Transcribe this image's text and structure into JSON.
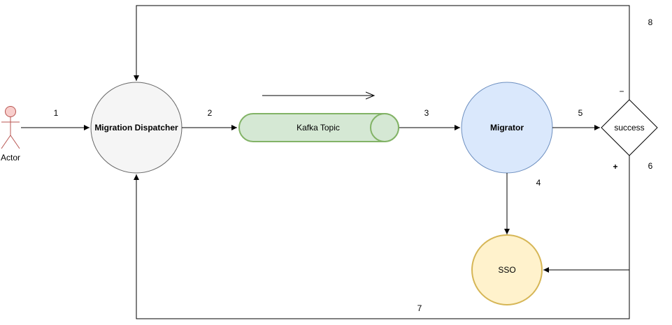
{
  "actor": {
    "label": "Actor",
    "fill": "#f8cecc",
    "stroke": "#b85450"
  },
  "nodes": {
    "dispatcher": {
      "label": "Migration Dispatcher",
      "fill": "#f5f5f5",
      "stroke": "#666666"
    },
    "kafka": {
      "label": "Kafka Topic",
      "fill": "#d5e8d4",
      "stroke": "#82b366"
    },
    "migrator": {
      "label": "Migrator",
      "fill": "#dae8fc",
      "stroke": "#6c8ebf"
    },
    "decision": {
      "label": "success",
      "fill": "#ffffff",
      "stroke": "#000000"
    },
    "sso": {
      "label": "SSO",
      "fill": "#fff2cc",
      "stroke": "#d6b656"
    }
  },
  "steps": {
    "s1": "1",
    "s2": "2",
    "s3": "3",
    "s4": "4",
    "s5": "5",
    "s6": "6",
    "s7": "7",
    "s8": "8"
  },
  "branches": {
    "negative": "−",
    "positive": "+"
  }
}
